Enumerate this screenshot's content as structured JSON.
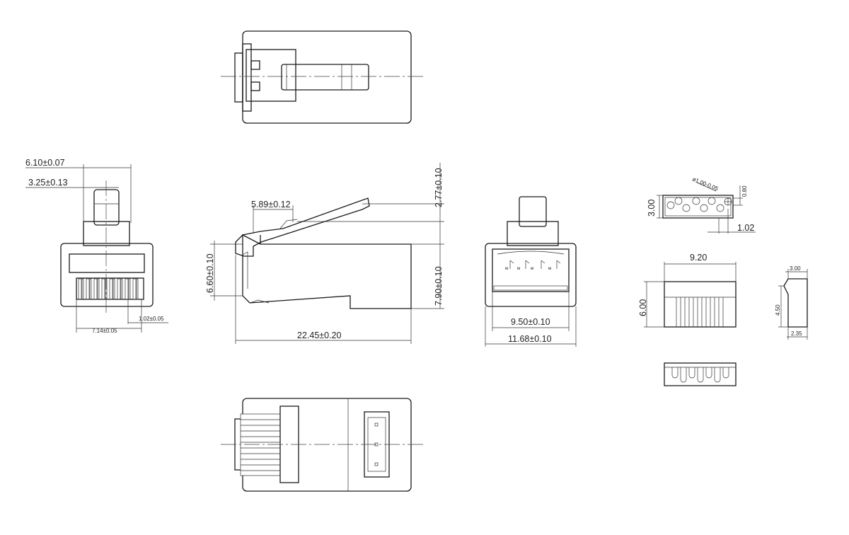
{
  "dimensions": {
    "d610": "6.10±0.07",
    "d325": "3.25±0.13",
    "d714": "7.14±0.05",
    "d102s": "1.02±0.05",
    "d589": "5.89±0.12",
    "d277": "2.77±0.10",
    "d660": "6.60±0.10",
    "d790": "7.90±0.10",
    "d2245": "22.45±0.20",
    "d950": "9.50±0.10",
    "d1168": "11.68±0.10",
    "d300": "3.00",
    "d080": "0.80",
    "d102": "1.02",
    "dphi": "ø1.00-0.05",
    "d920": "9.20",
    "d600": "6.00",
    "d300s": "3.00",
    "d450": "4.50",
    "d235": "2.35"
  }
}
